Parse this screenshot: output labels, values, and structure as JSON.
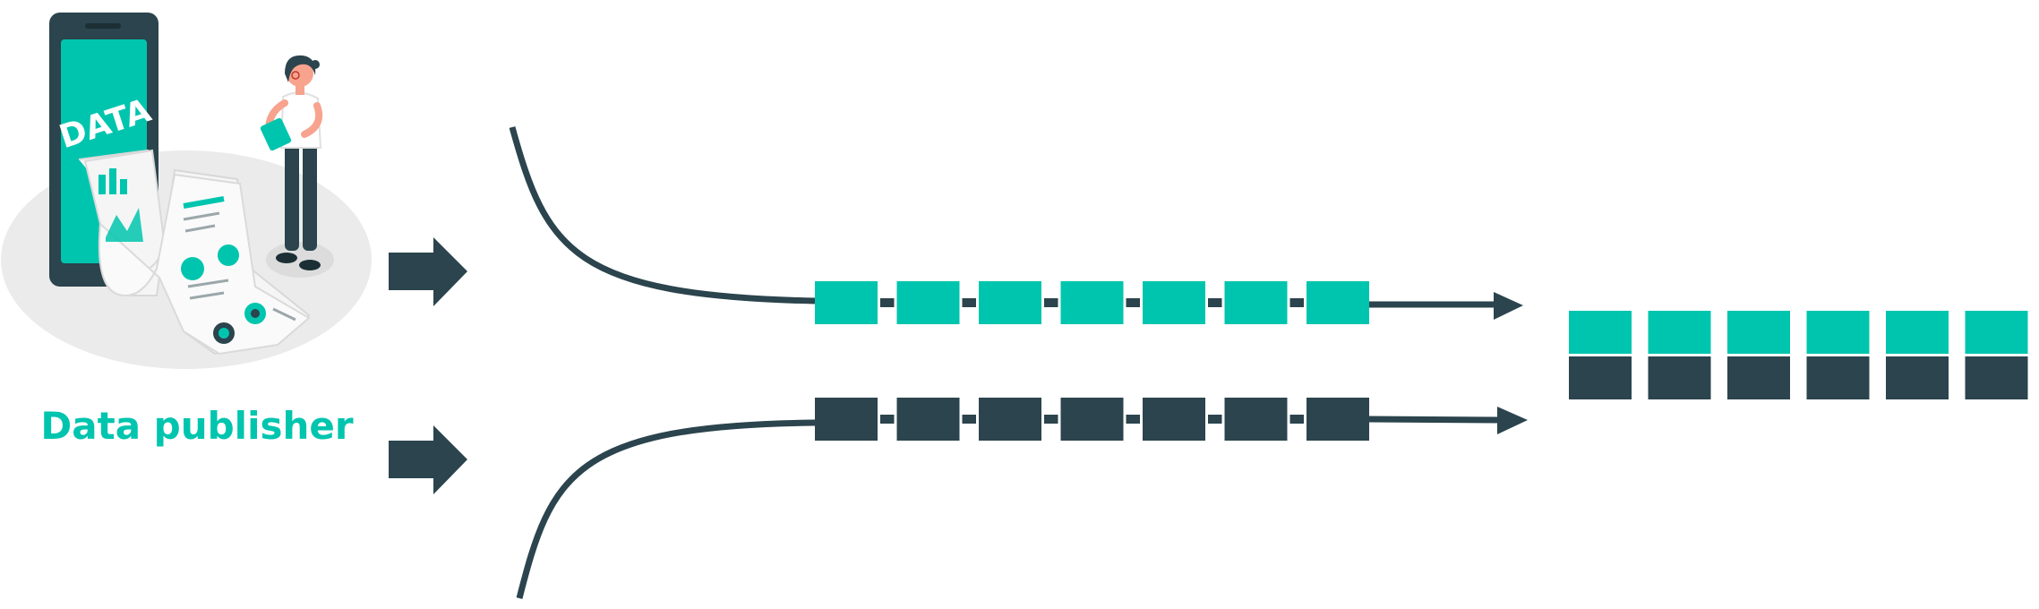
{
  "publisher": {
    "label": "Data publisher",
    "screen_text": "DATA"
  },
  "pipelines": {
    "top_blocks": 7,
    "bottom_blocks": 7,
    "output_pairs": 6
  },
  "colors": {
    "teal": "#00C5AE",
    "dark": "#2B444D",
    "platform": "#EBEBEB",
    "paper": "#F5F5F5"
  },
  "icons": [
    "phone-illustration",
    "person-illustration",
    "arrow-right-icon"
  ]
}
